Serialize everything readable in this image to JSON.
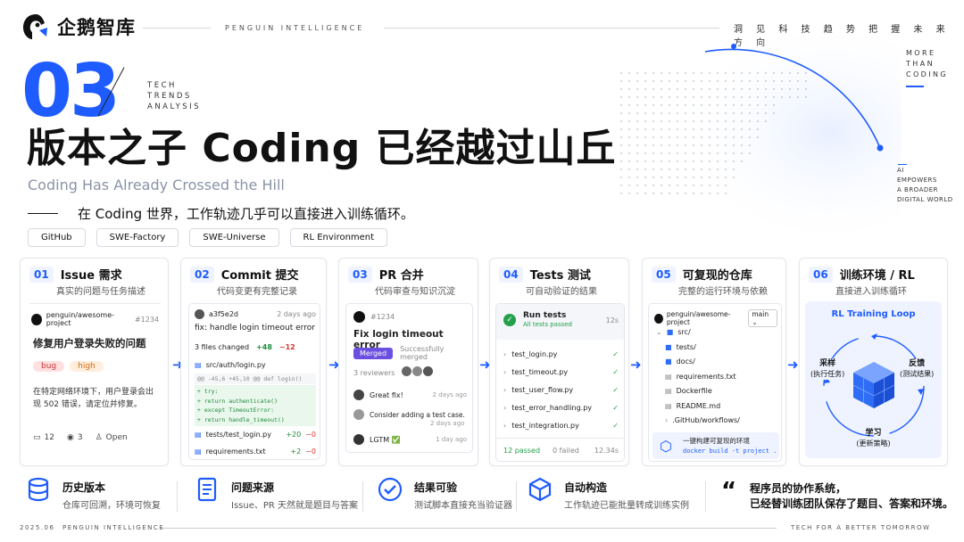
{
  "brand": {
    "name": "企鹅智库",
    "tagline_en": "PENGUIN INTELLIGENCE",
    "slogan": "洞 见 科 技 趋 势   把 握 未 来 方 向"
  },
  "hero": {
    "number": "03",
    "tta": [
      "TECH",
      "TRENDS",
      "ANALYSIS"
    ],
    "headline": "版本之子 Coding 已经越过山丘",
    "subtitle_en": "Coding Has Already Crossed the Hill",
    "slogan": "在 Coding 世界，工作轨迹几乎可以直接进入训练循环。",
    "chips": [
      "GitHub",
      "SWE-Factory",
      "SWE-Universe",
      "RL Environment"
    ]
  },
  "side": {
    "mtc": [
      "MORE",
      "THAN",
      "CODING"
    ],
    "aeb": [
      "AI",
      "EMPOWERS",
      "A BROADER",
      "DIGITAL WORLD"
    ]
  },
  "cards": [
    {
      "num": "01",
      "title": "Issue 需求",
      "sub": "真实的问题与任务描述",
      "repo": "penguin/awesome-project",
      "id": "#1234",
      "issue_title": "修复用户登录失败的问题",
      "tags": [
        "bug",
        "high"
      ],
      "body": "在特定网络环境下，用户登录会出现 502 错误，请定位并修复。",
      "stats": {
        "comments": "12",
        "views": "3",
        "status": "Open"
      }
    },
    {
      "num": "02",
      "title": "Commit 提交",
      "sub": "代码变更有完整记录",
      "hash": "a3f5e2d",
      "time": "2 days ago",
      "msg": "fix: handle login timeout error",
      "files": "3 files changed",
      "add": "+48",
      "del": "−12",
      "file1": "src/auth/login.py",
      "hunk": "@@ -45,6 +45,10 @@ def login()",
      "code": [
        "+    try:",
        "+        return authenticate()",
        "+    except TimeoutError:",
        "+        return handle_timeout()"
      ],
      "file2": "tests/test_login.py",
      "f2add": "+20",
      "f2del": "−0",
      "file3": "requirements.txt",
      "f3add": "+2",
      "f3del": "−0"
    },
    {
      "num": "03",
      "title": "PR 合并",
      "sub": "代码审查与知识沉淀",
      "id": "#1234",
      "pr_title": "Fix login timeout error",
      "badge": "Merged",
      "merged": "Successfully merged",
      "reviewers": "3 reviewers",
      "comments": [
        {
          "text": "Great fix!",
          "time": "2 days ago"
        },
        {
          "text": "Consider adding a test case.",
          "time": "2 days ago"
        },
        {
          "text": "LGTM ✅",
          "time": "1 day ago"
        }
      ]
    },
    {
      "num": "04",
      "title": "Tests 测试",
      "sub": "可自动验证的结果",
      "run": "Run tests",
      "passed_all": "All tests passed",
      "dur": "12s",
      "tests": [
        "test_login.py",
        "test_timeout.py",
        "test_user_flow.py",
        "test_error_handling.py",
        "test_integration.py"
      ],
      "passed": "12 passed",
      "failed": "0 failed",
      "total": "12.34s"
    },
    {
      "num": "05",
      "title": "可复现的仓库",
      "sub": "完整的运行环境与依赖",
      "repo": "penguin/awesome-project",
      "branch": "main",
      "tree": [
        "src/",
        "tests/",
        "docs/",
        "requirements.txt",
        "Dockerfile",
        "README.md",
        ".GitHub/workflows/"
      ],
      "build_title": "一键构建可复现的环境",
      "build_cmd": "docker build -t project ."
    },
    {
      "num": "06",
      "title": "训练环境 / RL",
      "sub": "直接进入训练循环",
      "loop_title": "RL Training Loop",
      "left": "采样",
      "left_sub": "(执行任务)",
      "right": "反馈",
      "right_sub": "(测试结果)",
      "bottom": "学习",
      "bottom_sub": "(更新策略)"
    }
  ],
  "bottom": [
    {
      "t1": "历史版本",
      "t2": "仓库可回溯，环境可恢复"
    },
    {
      "t1": "问题来源",
      "t2": "Issue、PR 天然就是题目与答案"
    },
    {
      "t1": "结果可验",
      "t2": "测试脚本直接充当验证器"
    },
    {
      "t1": "自动构造",
      "t2": "工作轨迹已能批量转成训练实例"
    }
  ],
  "quote": [
    "程序员的协作系统，",
    "已经替训练团队保存了题目、答案和环境。"
  ],
  "footer": {
    "date": "2025.06",
    "left": "PENGUIN INTELLIGENCE",
    "right": "TECH FOR A BETTER TOMORROW"
  }
}
